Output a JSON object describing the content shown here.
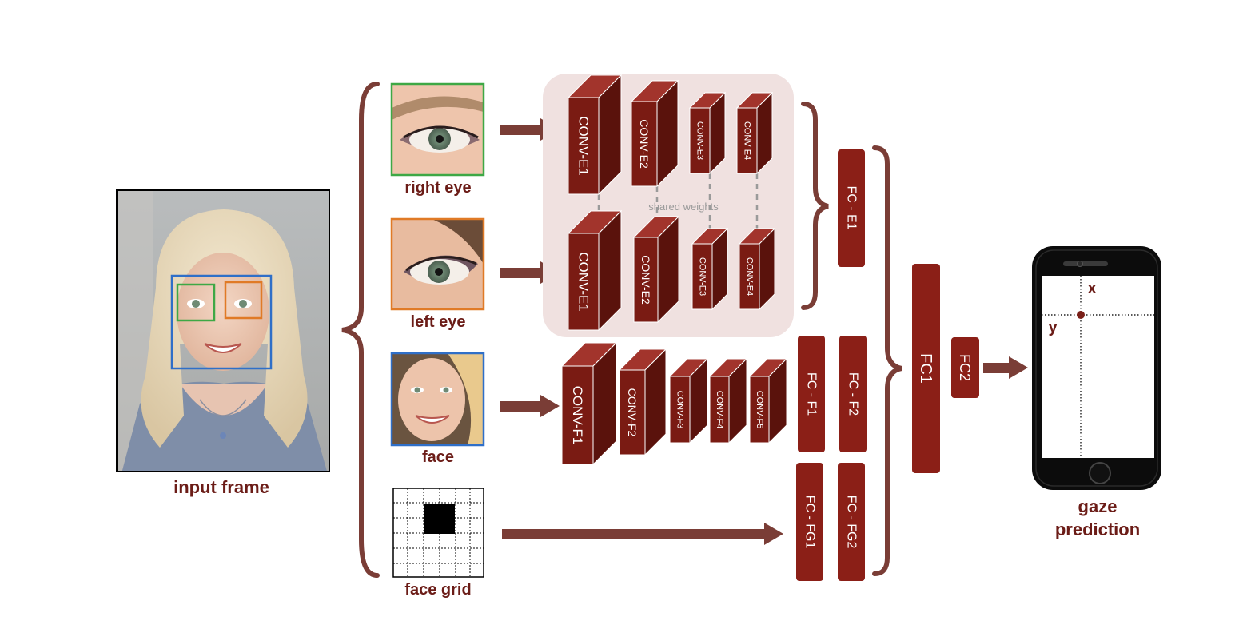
{
  "colors": {
    "block_front": "#7a1b13",
    "block_top": "#a2342c",
    "block_side": "#5a120c",
    "fc": "#8b1f17",
    "arrow": "#7a3d36",
    "brace": "#7a3d36",
    "label": "#6b1c17",
    "panel": "#f0e1e0",
    "right_eye_box": "#3ea845",
    "left_eye_box": "#e07a26",
    "face_box": "#2f6fc8"
  },
  "input": {
    "label": "input frame"
  },
  "crops": {
    "right_eye": "right eye",
    "left_eye": "left eye",
    "face": "face",
    "face_grid": "face grid"
  },
  "eye_stream_top": [
    "CONV-E1",
    "CONV-E2",
    "CONV-E3",
    "CONV-E4"
  ],
  "eye_stream_bottom": [
    "CONV-E1",
    "CONV-E2",
    "CONV-E3",
    "CONV-E4"
  ],
  "shared_weights": "shared weights",
  "face_stream": [
    "CONV-F1",
    "CONV-F2",
    "CONV-F3",
    "CONV-F4",
    "CONV-F5"
  ],
  "fc": {
    "e1": "FC - E1",
    "f1": "FC - F1",
    "f2": "FC - F2",
    "fg1": "FC - FG1",
    "fg2": "FC - FG2",
    "fc1": "FC1",
    "fc2": "FC2"
  },
  "phone": {
    "x_label": "x",
    "y_label": "y",
    "output_line1": "gaze",
    "output_line2": "prediction"
  }
}
